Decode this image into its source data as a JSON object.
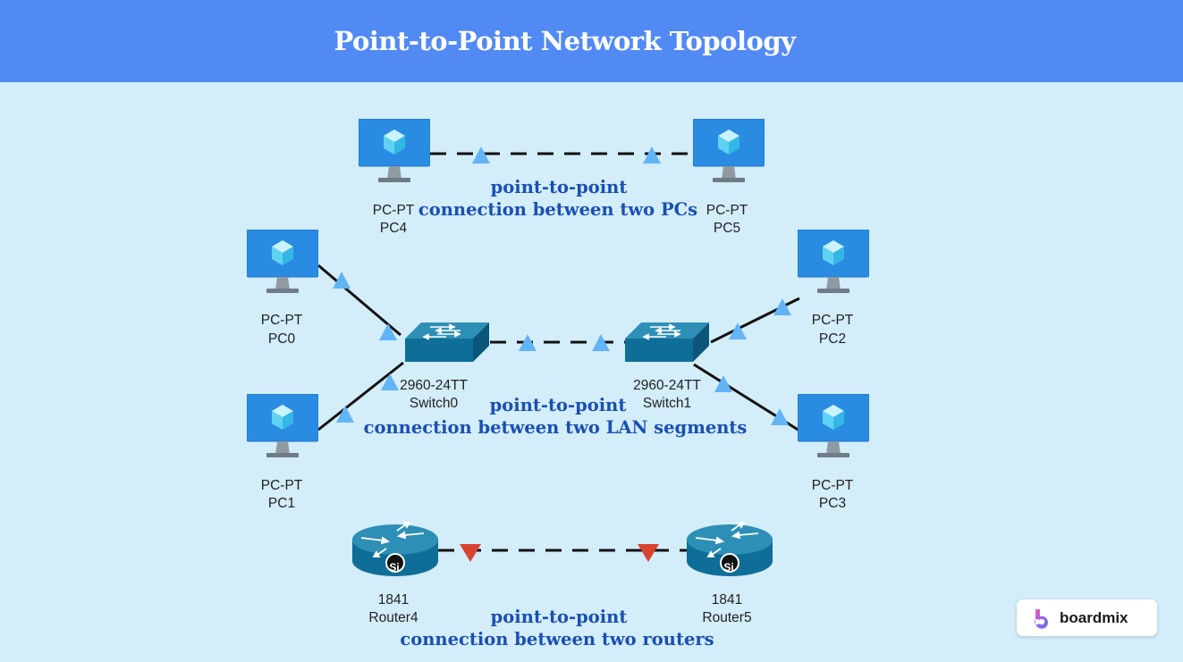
{
  "title": "Point-to-Point Network Topology",
  "devices": {
    "pc4": {
      "model": "PC-PT",
      "name": "PC4"
    },
    "pc5": {
      "model": "PC-PT",
      "name": "PC5"
    },
    "pc0": {
      "model": "PC-PT",
      "name": "PC0"
    },
    "pc1": {
      "model": "PC-PT",
      "name": "PC1"
    },
    "pc2": {
      "model": "PC-PT",
      "name": "PC2"
    },
    "pc3": {
      "model": "PC-PT",
      "name": "PC3"
    },
    "switch0": {
      "model": "2960-24TT",
      "name": "Switch0"
    },
    "switch1": {
      "model": "2960-24TT",
      "name": "Switch1"
    },
    "router4": {
      "model": "1841",
      "name": "Router4"
    },
    "router5": {
      "model": "1841",
      "name": "Router5"
    }
  },
  "captions": {
    "pcs": {
      "line1": "point-to-point",
      "line2": "connection between two PCs"
    },
    "lan": {
      "line1": "point-to-point",
      "line2": "connection between two LAN segments"
    },
    "routers": {
      "line1": "point-to-point",
      "line2": "connection between two routers"
    }
  },
  "router_badge": "Si",
  "logo": {
    "text": "boardmix",
    "icon": "boardmix-logo-icon"
  },
  "colors": {
    "header": "#528af4",
    "background": "#d3edf9",
    "monitor": "#2a8be2",
    "device_teal": "#0f6e97",
    "link_marker_blue": "#63b4f5",
    "link_marker_red": "#d84330",
    "caption_text": "#1a4fb4"
  }
}
